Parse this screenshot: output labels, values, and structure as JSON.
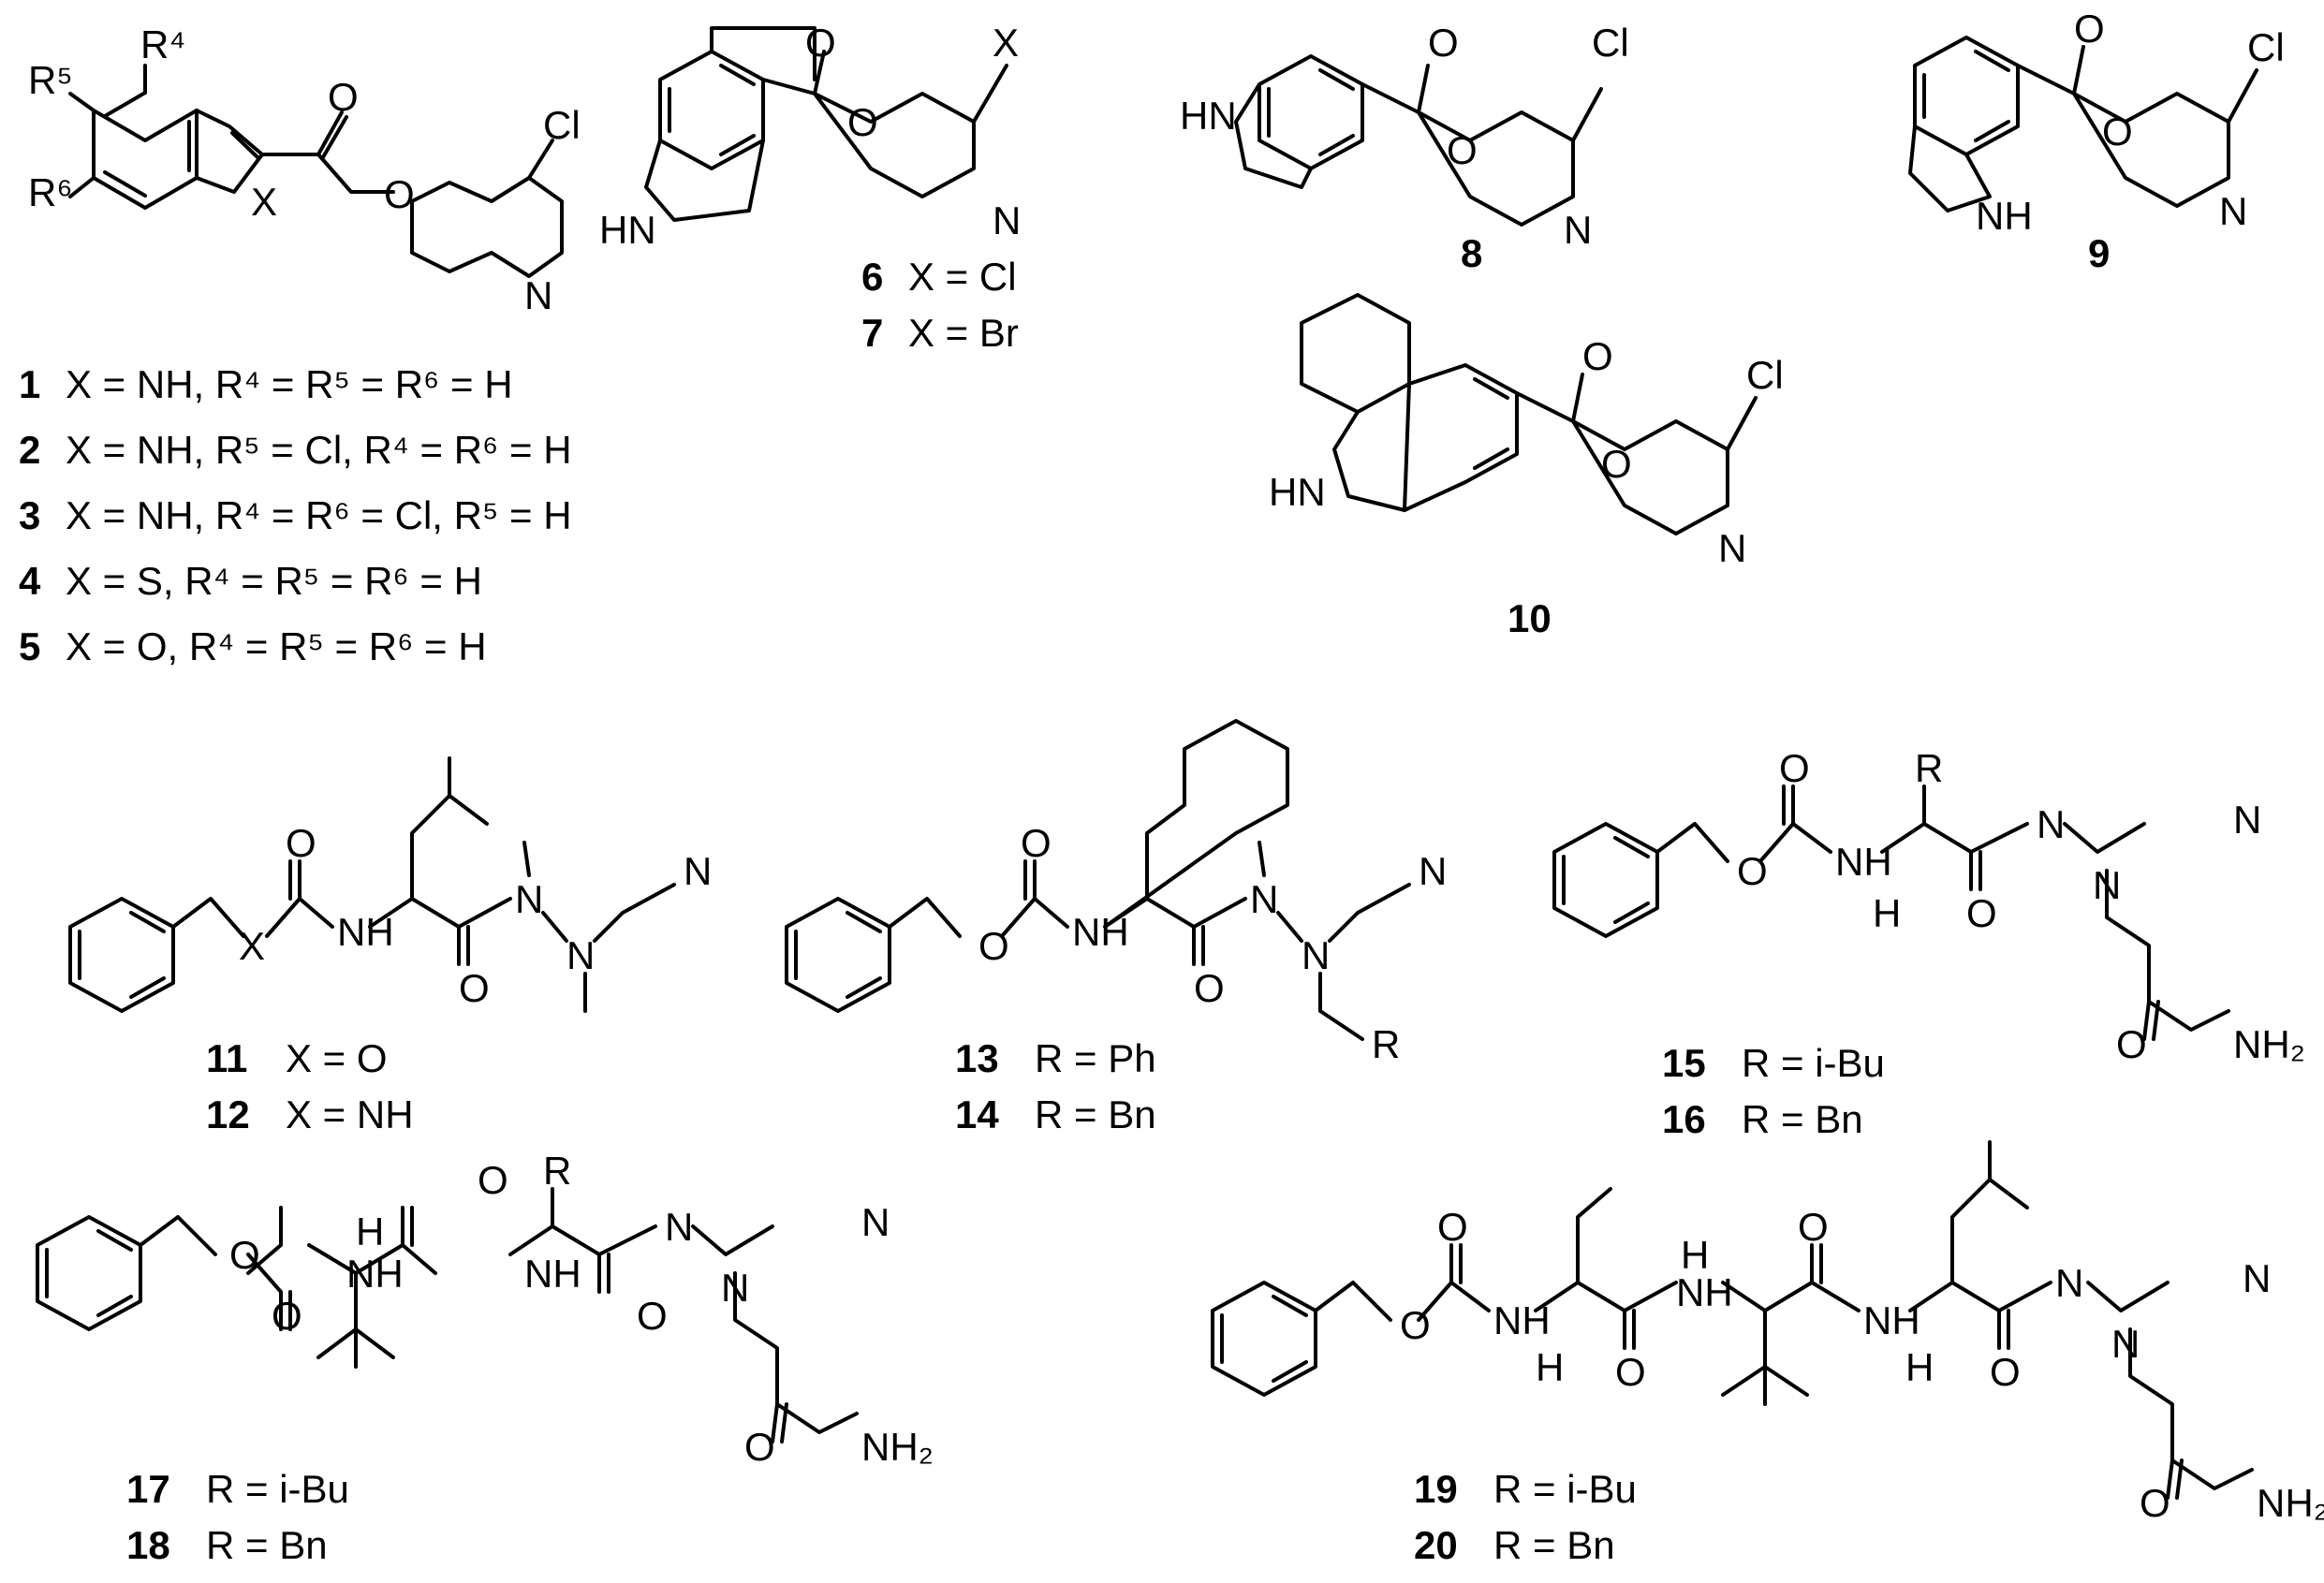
{
  "figure": {
    "compounds": [
      {
        "id": "c1",
        "number": "1",
        "desc": "X = NH, R⁴ = R⁵ = R⁶ = H"
      },
      {
        "id": "c2",
        "number": "2",
        "desc": "X = NH, R⁵ = Cl, R⁴ = R⁶ = H"
      },
      {
        "id": "c3",
        "number": "3",
        "desc": "X = NH, R⁴ = R⁶ = Cl, R⁵ = H"
      },
      {
        "id": "c4",
        "number": "4",
        "desc": "X = S, R⁴ = R⁵ = R⁶ = H"
      },
      {
        "id": "c5",
        "number": "5",
        "desc": "X = O, R⁴ = R⁵ = R⁶ = H"
      },
      {
        "id": "c6",
        "number": "6",
        "desc": "X = Cl"
      },
      {
        "id": "c7",
        "number": "7",
        "desc": "X = Br"
      },
      {
        "id": "c8",
        "number": "8",
        "desc": ""
      },
      {
        "id": "c9",
        "number": "9",
        "desc": ""
      },
      {
        "id": "c10",
        "number": "10",
        "desc": ""
      },
      {
        "id": "c11",
        "number": "11",
        "desc": "X = O"
      },
      {
        "id": "c12",
        "number": "12",
        "desc": "X = NH"
      },
      {
        "id": "c13",
        "number": "13",
        "desc": "R = Ph"
      },
      {
        "id": "c14",
        "number": "14",
        "desc": "R = Bn"
      },
      {
        "id": "c15",
        "number": "15",
        "desc": "R = i-Bu"
      },
      {
        "id": "c16",
        "number": "16",
        "desc": "R = Bn"
      },
      {
        "id": "c17",
        "number": "17",
        "desc": "R = i-Bu"
      },
      {
        "id": "c18",
        "number": "18",
        "desc": "R = Bn"
      },
      {
        "id": "c19",
        "number": "19",
        "desc": "R = i-Bu"
      },
      {
        "id": "c20",
        "number": "20",
        "desc": "R = Bn"
      }
    ],
    "atoms": {
      "O": "O",
      "N": "N",
      "NH": "NH",
      "HN": "HN",
      "H": "H",
      "Cl": "Cl",
      "X": "X",
      "R": "R",
      "R4": "R⁴",
      "R5": "R⁵",
      "R6": "R⁶",
      "NH2": "NH₂"
    }
  }
}
